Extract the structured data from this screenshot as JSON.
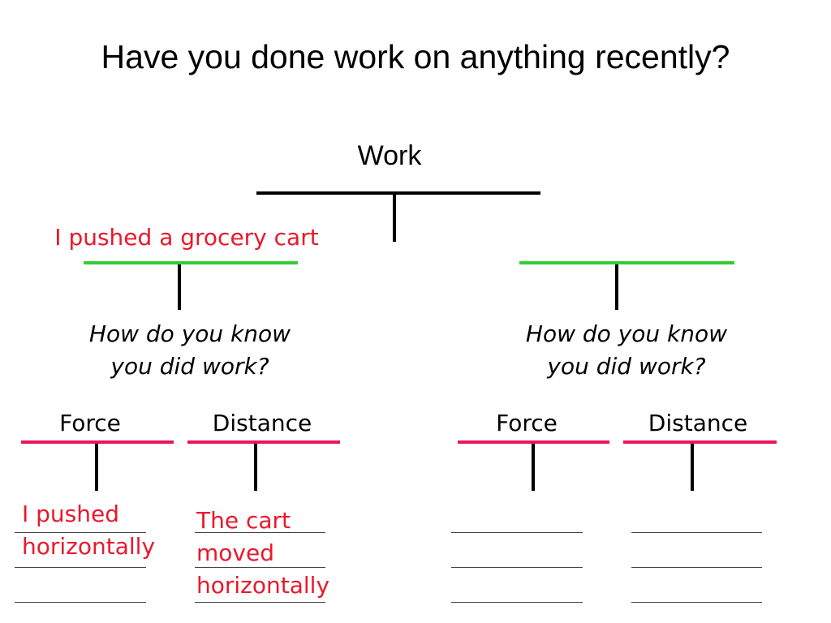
{
  "title": "Have you done work on anything recently?",
  "root": {
    "label": "Work"
  },
  "colors": {
    "text": "#000000",
    "answer_text": "#e8192c",
    "connector": "#000000",
    "branch_line": "#33cc33",
    "sub_branch_line": "#e8175d",
    "blank_line": "#444444"
  },
  "branches": [
    {
      "example": "I pushed a grocery cart",
      "question": [
        "How do you know",
        "you did work?"
      ],
      "force": {
        "label": "Force",
        "answer": [
          "I pushed",
          "horizontally"
        ]
      },
      "distance": {
        "label": "Distance",
        "answer": [
          "The cart",
          "moved",
          "horizontally"
        ]
      }
    },
    {
      "example": "",
      "question": [
        "How do you know",
        "you did work?"
      ],
      "force": {
        "label": "Force",
        "answer": []
      },
      "distance": {
        "label": "Distance",
        "answer": []
      }
    }
  ]
}
